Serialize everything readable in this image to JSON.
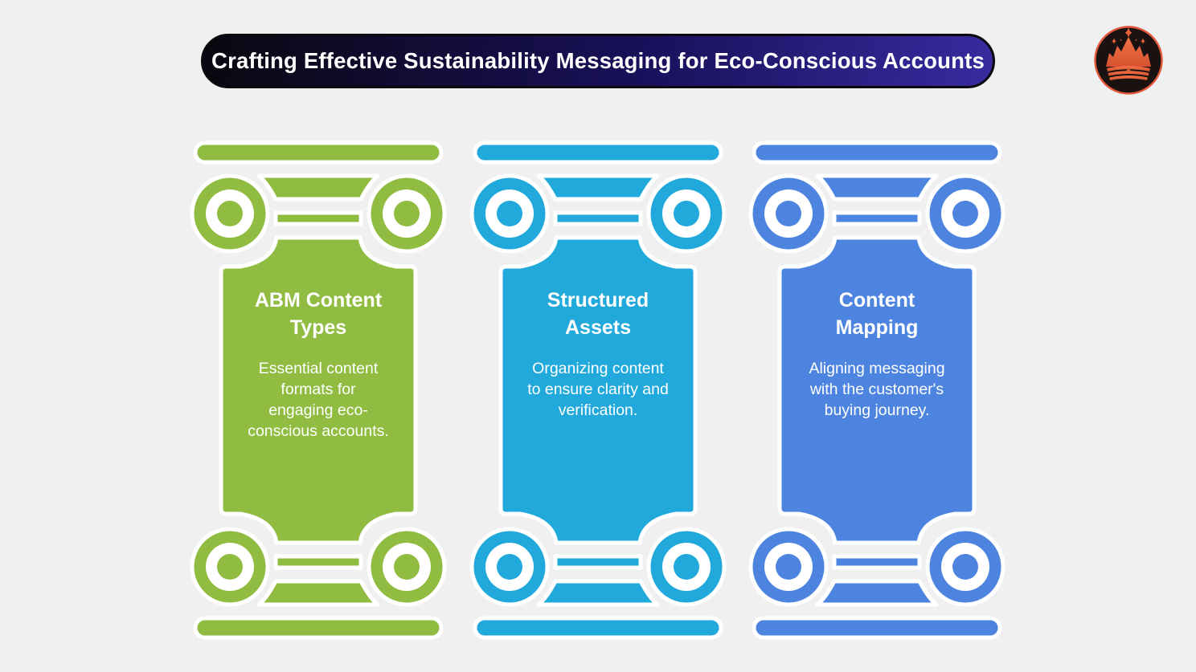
{
  "page": {
    "background_color": "#f0f0f1"
  },
  "header": {
    "title": "Crafting Effective Sustainability Messaging for Eco-Conscious Accounts",
    "gradient_start": "#0b0812",
    "gradient_end": "#372b9f",
    "border_color": "#0a090e",
    "text_color": "#ffffff"
  },
  "logo": {
    "icon": "crown-mountains-emblem",
    "background_color": "#191210",
    "ring_color": "#e2573a",
    "crown_color": "#d8512e",
    "crown_color_light": "#f0744a"
  },
  "pillars": [
    {
      "title": "ABM Content\nTypes",
      "description": "Essential content\nformats for\nengaging eco-\nconscious accounts.",
      "color": "#90bc41"
    },
    {
      "title": "Structured\nAssets",
      "description": "Organizing content\nto ensure clarity and\nverification.",
      "color": "#21a9dc"
    },
    {
      "title": "Content\nMapping",
      "description": "Aligning messaging\nwith the customer's\nbuying journey.",
      "color": "#4c84e0"
    }
  ]
}
